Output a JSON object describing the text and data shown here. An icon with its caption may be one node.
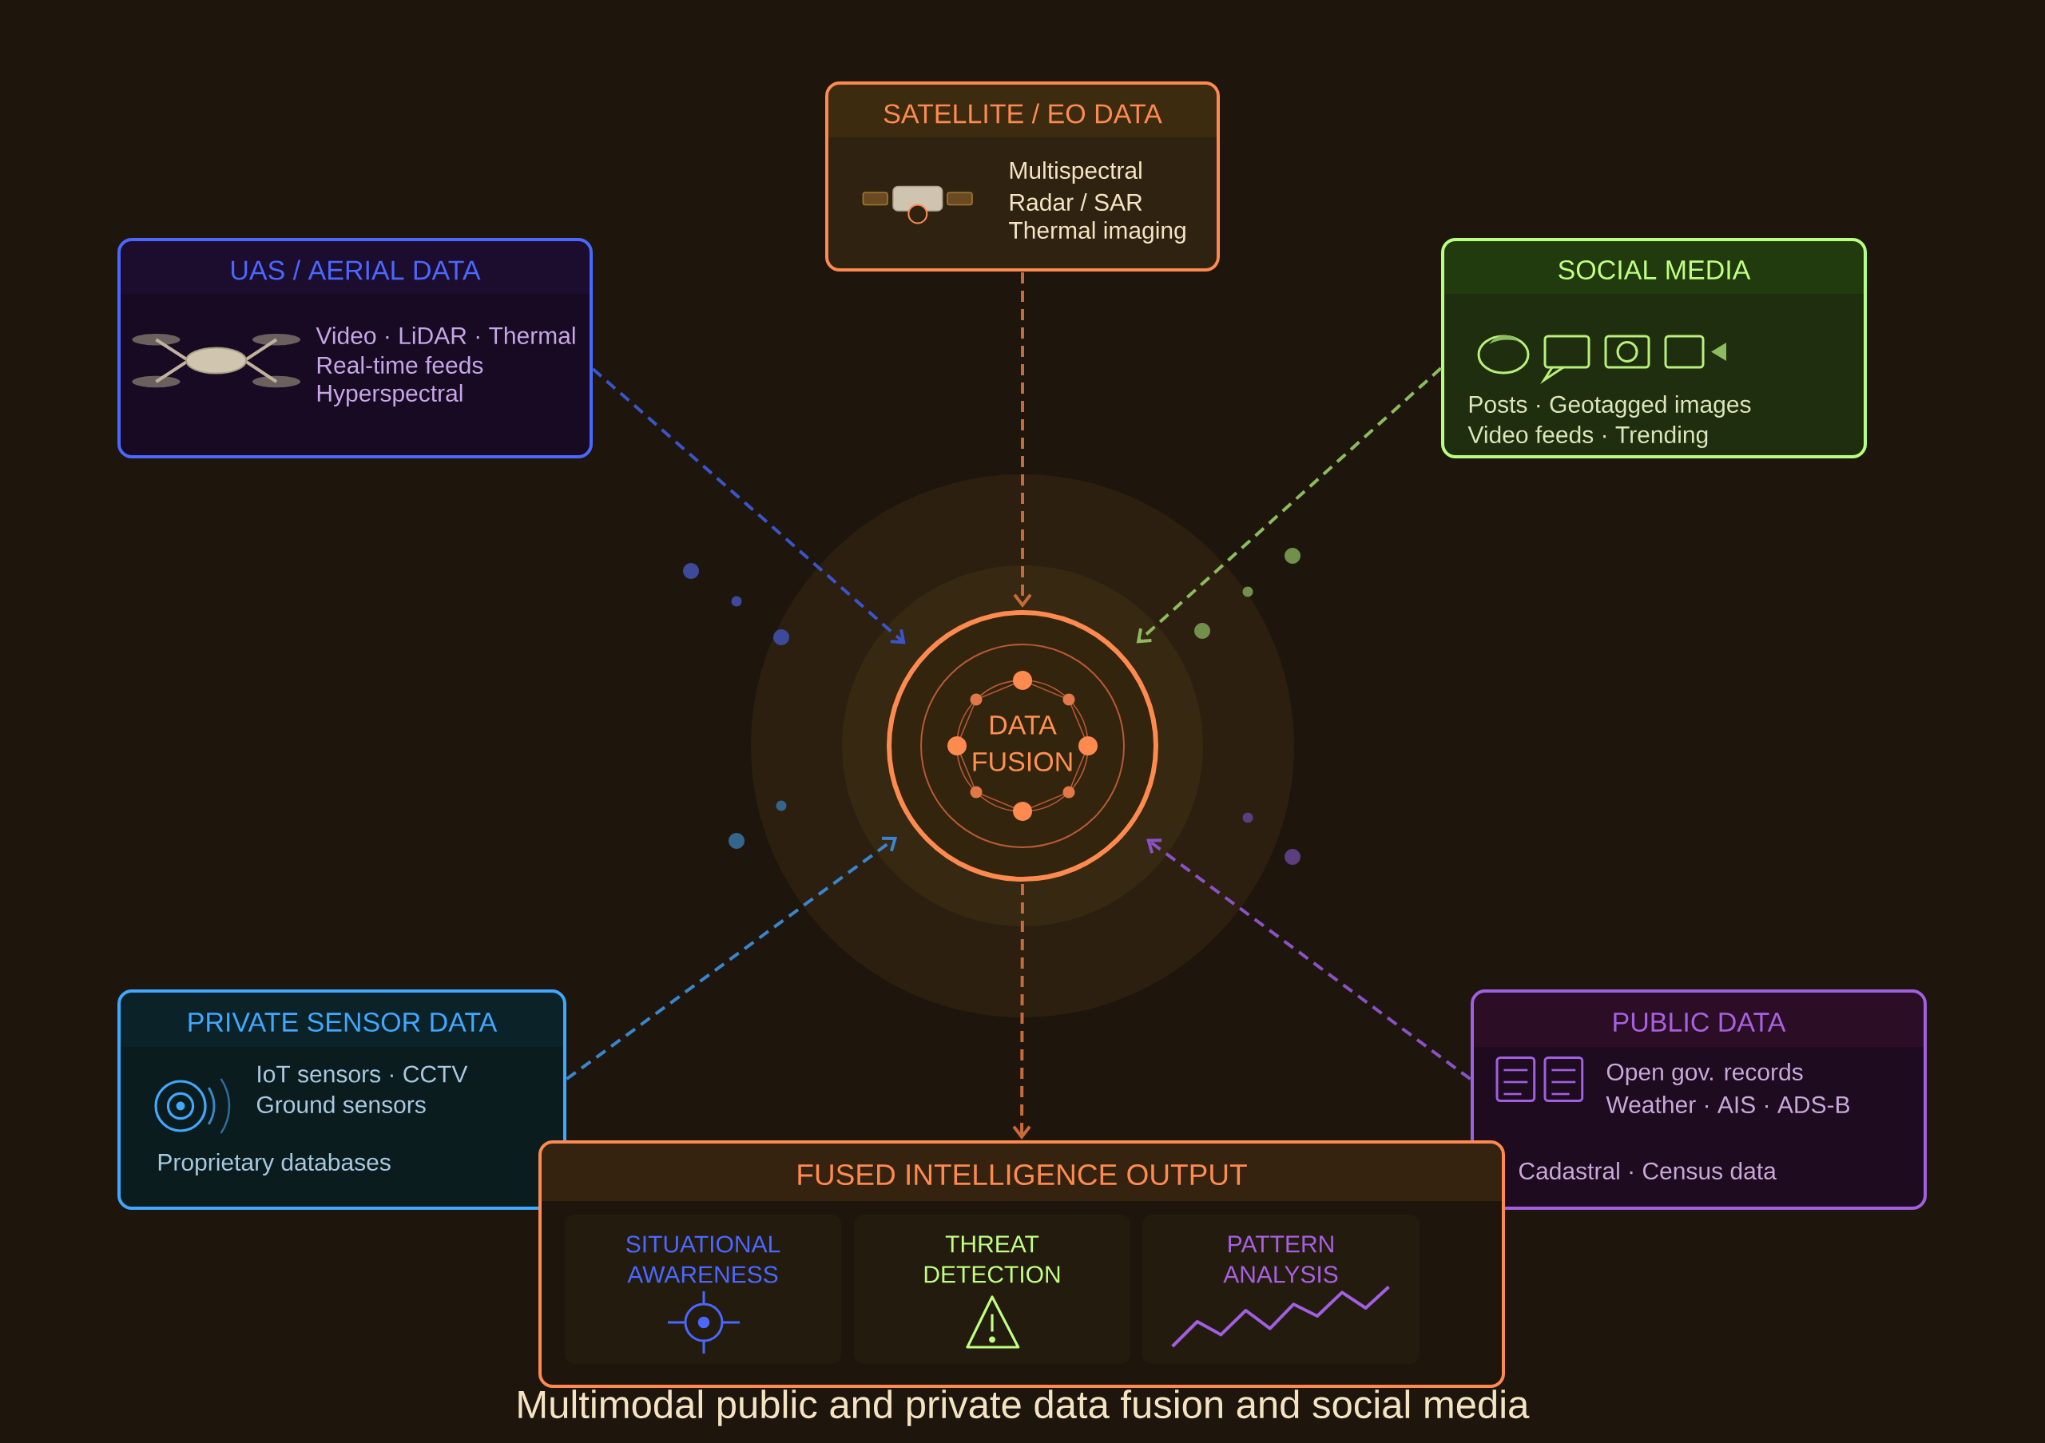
{
  "diagram": {
    "caption": "Multimodal public and private data fusion and social media",
    "nodes": [
      {
        "text": [
          "SATELLITE / EO DATA",
          "Multispectral",
          "Radar / SAR",
          "Thermal imaging"
        ]
      },
      {
        "text": [
          "UAS / AERIAL DATA",
          "Video · LiDAR · Thermal",
          "Real-time feeds",
          "Hyperspectral"
        ]
      },
      {
        "text": [
          "SOCIAL MEDIA",
          "Posts · Geotagged images",
          "Video feeds · Trending"
        ]
      },
      {
        "text": [
          "DATA FUSION"
        ]
      },
      {
        "text": [
          "PRIVATE SENSOR DATA",
          "IoT sensors · CCTV",
          "Ground sensors",
          "Proprietary databases"
        ]
      },
      {
        "text": [
          "PUBLIC DATA",
          "Open gov. records",
          "Weather · AIS · ADS-B",
          "Cadastral · Census data"
        ]
      },
      {
        "text": [
          "FUSED INTELLIGENCE OUTPUT"
        ]
      },
      {
        "text": [
          "SITUATIONAL AWARENESS"
        ],
        "in": 6
      },
      {
        "text": [
          "THREAT DETECTION"
        ],
        "in": 6
      },
      {
        "text": [
          "PATTERN ANALYSIS"
        ],
        "in": 6
      }
    ],
    "edges": [
      {
        "from": 0,
        "to": 3,
        "arrow": "to",
        "style": "dashed",
        "color": "#c86a3a"
      },
      {
        "from": 1,
        "to": 3,
        "arrow": "to",
        "style": "dashed",
        "color": "#3a55c8"
      },
      {
        "from": 2,
        "to": 3,
        "arrow": "to",
        "style": "dashed",
        "color": "#8cbc5e"
      },
      {
        "from": 4,
        "to": 3,
        "arrow": "to",
        "style": "dashed",
        "color": "#3a86cc"
      },
      {
        "from": 5,
        "to": 3,
        "arrow": "to",
        "style": "dashed",
        "color": "#8a52c4"
      },
      {
        "from": 3,
        "to": 6,
        "arrow": "to",
        "style": "dashed",
        "color": "#c86a3a"
      }
    ]
  }
}
